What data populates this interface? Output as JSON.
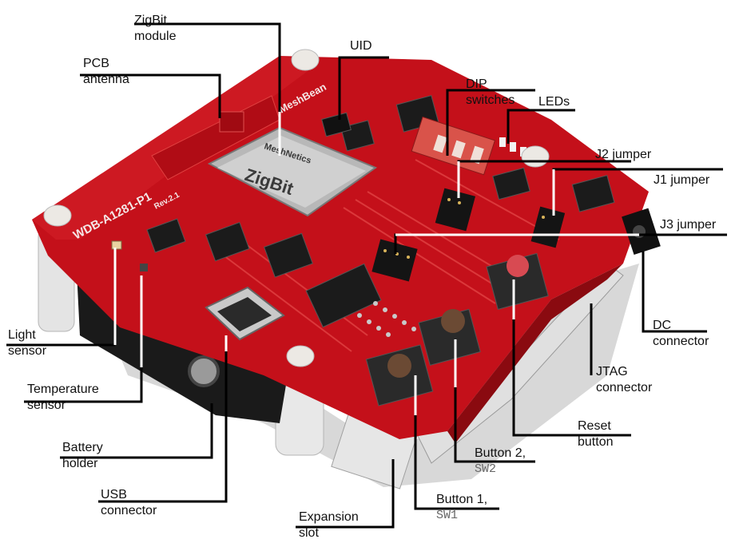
{
  "labels": {
    "zigbit": [
      "ZigBit",
      "module"
    ],
    "pcb_antenna": [
      "PCB",
      "antenna"
    ],
    "uid": [
      "UID"
    ],
    "dip": [
      "DIP",
      "switches"
    ],
    "leds": [
      "LEDs"
    ],
    "j2": [
      "J2 jumper"
    ],
    "j1": [
      "J1 jumper"
    ],
    "j3": [
      "J3 jumper"
    ],
    "light": [
      "Light",
      "sensor"
    ],
    "temperature": [
      "Temperature",
      "sensor"
    ],
    "battery": [
      "Battery",
      "holder"
    ],
    "usb": [
      "USB",
      "connector"
    ],
    "expansion": [
      "Expansion",
      "slot"
    ],
    "button1": [
      "Button 1,",
      "SW1"
    ],
    "button2": [
      "Button 2,",
      "SW2"
    ],
    "reset": [
      "Reset",
      "button"
    ],
    "jtag": [
      "JTAG",
      "connector"
    ],
    "dc": [
      "DC",
      "connector"
    ]
  },
  "board": {
    "zigbit_mark": "ZigBit",
    "meshnetics_mark": "MeshNetics",
    "model": "WDB-A1281-P1",
    "revision": "Rev.2.1",
    "title_silk": "MeshBean"
  }
}
